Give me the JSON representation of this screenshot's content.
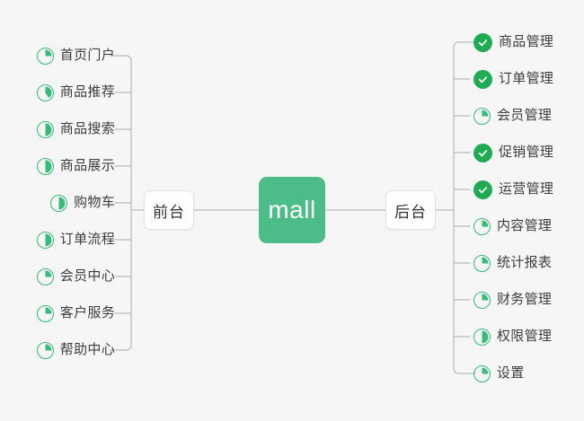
{
  "diagram": {
    "type": "mindmap",
    "background_color": "#f6f6f6",
    "root": {
      "label": "mall",
      "color": "#4cbc88",
      "text_color": "#ffffff"
    },
    "accent_color": "#37bb7a",
    "done_color": "#1faa54",
    "connector_color": "#b9b9b9",
    "branches": [
      {
        "label": "前台",
        "side": "left",
        "items": [
          {
            "label": "首页门户",
            "status": "progress",
            "percent": 25
          },
          {
            "label": "商品推荐",
            "status": "progress",
            "percent": 40
          },
          {
            "label": "商品搜索",
            "status": "progress",
            "percent": 50
          },
          {
            "label": "商品展示",
            "status": "progress",
            "percent": 50
          },
          {
            "label": "购物车",
            "status": "progress",
            "percent": 50
          },
          {
            "label": "订单流程",
            "status": "progress",
            "percent": 50
          },
          {
            "label": "会员中心",
            "status": "progress",
            "percent": 25
          },
          {
            "label": "客户服务",
            "status": "progress",
            "percent": 25
          },
          {
            "label": "帮助中心",
            "status": "progress",
            "percent": 25
          }
        ]
      },
      {
        "label": "后台",
        "side": "right",
        "items": [
          {
            "label": "商品管理",
            "status": "done",
            "percent": 100
          },
          {
            "label": "订单管理",
            "status": "done",
            "percent": 100
          },
          {
            "label": "会员管理",
            "status": "progress",
            "percent": 25
          },
          {
            "label": "促销管理",
            "status": "done",
            "percent": 100
          },
          {
            "label": "运营管理",
            "status": "done",
            "percent": 100
          },
          {
            "label": "内容管理",
            "status": "progress",
            "percent": 25
          },
          {
            "label": "统计报表",
            "status": "progress",
            "percent": 25
          },
          {
            "label": "财务管理",
            "status": "progress",
            "percent": 25
          },
          {
            "label": "权限管理",
            "status": "progress",
            "percent": 50
          },
          {
            "label": "设置",
            "status": "progress",
            "percent": 25
          }
        ]
      }
    ]
  }
}
